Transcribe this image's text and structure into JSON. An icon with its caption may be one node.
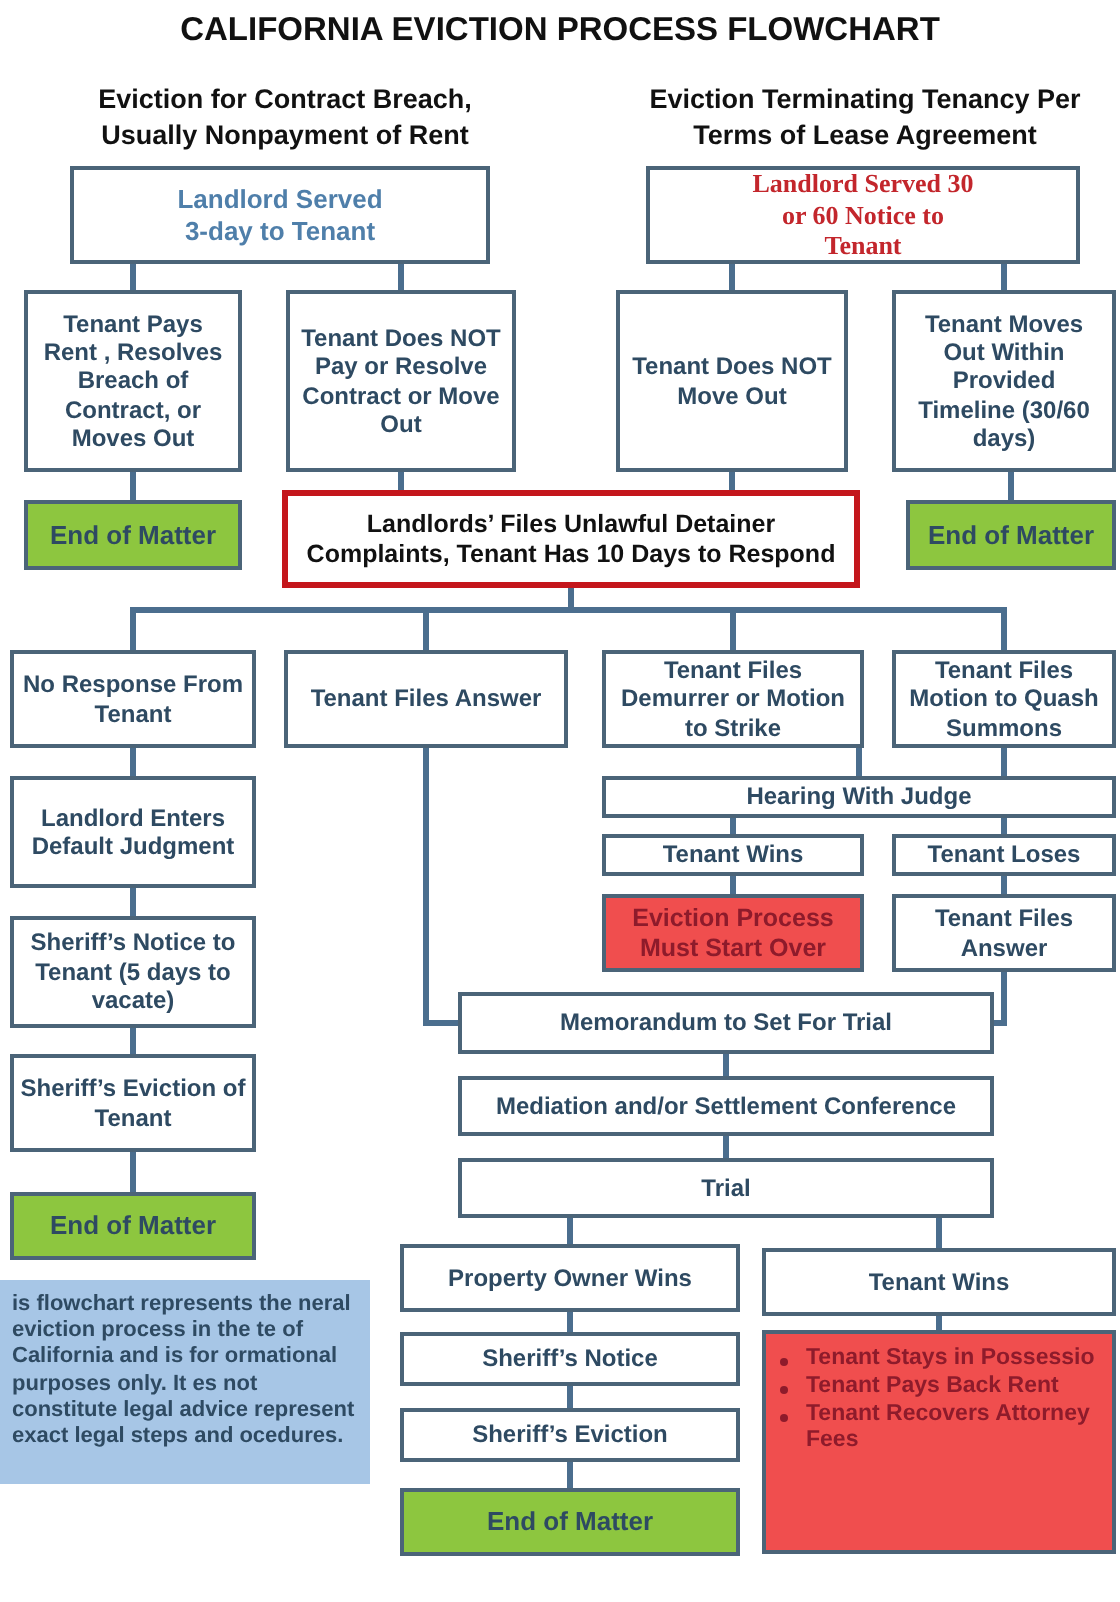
{
  "diagram": {
    "title": "CALIFORNIA EVICTION PROCESS FLOWCHART",
    "nodes": [
      {
        "text": [
          "Landlord Served 3-day to Tenant"
        ]
      },
      {
        "text": [
          "Landlord Served 30 or 60 Notice to Tenant"
        ]
      },
      {
        "text": [
          "Tenant Pays Rent , Resolves Breach of Contract, or Moves Out"
        ]
      },
      {
        "text": [
          "Tenant Does NOT Pay or Resolve Contract or Move Out"
        ]
      },
      {
        "text": [
          "Tenant Does NOT Move Out"
        ]
      },
      {
        "text": [
          "Tenant Moves Out Within Provided Timeline (30/60 days)"
        ]
      },
      {
        "text": [
          "End of Matter"
        ]
      },
      {
        "text": [
          "Landlords’ Files Unlawful Detainer Complaints, Tenant Has 10 Days to Respond"
        ]
      },
      {
        "text": [
          "End of Matter"
        ]
      },
      {
        "text": [
          "No Response From Tenant"
        ]
      },
      {
        "text": [
          "Tenant Files Answer"
        ]
      },
      {
        "text": [
          "Tenant Files Demurrer or Motion to Strike"
        ]
      },
      {
        "text": [
          "Tenant Files Motion to Quash Summons"
        ]
      },
      {
        "text": [
          "Landlord Enters Default Judgment"
        ]
      },
      {
        "text": [
          "Hearing With Judge"
        ]
      },
      {
        "text": [
          "Tenant Wins"
        ]
      },
      {
        "text": [
          "Tenant Loses"
        ]
      },
      {
        "text": [
          "Sheriff’s Notice to Tenant (5 days to vacate)"
        ]
      },
      {
        "text": [
          "Eviction Process Must Start Over"
        ]
      },
      {
        "text": [
          "Tenant Files Answer"
        ]
      },
      {
        "text": [
          "Memorandum to Set For Trial"
        ]
      },
      {
        "text": [
          "Sheriff’s Eviction of Tenant"
        ]
      },
      {
        "text": [
          "Mediation and/or Settlement Conference"
        ]
      },
      {
        "text": [
          "End of Matter"
        ]
      },
      {
        "text": [
          "Trial"
        ]
      },
      {
        "text": [
          "Property Owner Wins"
        ]
      },
      {
        "text": [
          "Tenant Wins"
        ]
      },
      {
        "text": [
          "is flowchart represents the neral eviction process in the te of California and is for ormational purposes only. It es not constitute legal advice represent exact legal steps and ocedures."
        ]
      },
      {
        "text": [
          "Sheriff’s Notice"
        ]
      },
      {
        "text": [
          "Tenant Stays in Possessio",
          "Tenant Pays Back Rent",
          "Tenant Recovers Attorney Fees"
        ]
      },
      {
        "text": [
          "Sheriff’s Eviction"
        ]
      },
      {
        "text": [
          "End of Matter"
        ]
      }
    ],
    "edges": [
      {
        "from": 0,
        "to": 2,
        "arrow": "none"
      },
      {
        "from": 0,
        "to": 3,
        "arrow": "none"
      },
      {
        "from": 1,
        "to": 4,
        "arrow": "none"
      },
      {
        "from": 1,
        "to": 5,
        "arrow": "none"
      },
      {
        "from": 2,
        "to": 6,
        "arrow": "none"
      },
      {
        "from": 3,
        "to": 7,
        "arrow": "none"
      },
      {
        "from": 4,
        "to": 7,
        "arrow": "none"
      },
      {
        "from": 5,
        "to": 8,
        "arrow": "none"
      },
      {
        "from": 7,
        "to": 9,
        "arrow": "none"
      },
      {
        "from": 7,
        "to": 10,
        "arrow": "none"
      },
      {
        "from": 7,
        "to": 11,
        "arrow": "none"
      },
      {
        "from": 7,
        "to": 12,
        "arrow": "none"
      },
      {
        "from": 9,
        "to": 13,
        "arrow": "none"
      },
      {
        "from": 13,
        "to": 17,
        "arrow": "none"
      },
      {
        "from": 17,
        "to": 21,
        "arrow": "none"
      },
      {
        "from": 21,
        "to": 23,
        "arrow": "none"
      },
      {
        "from": 11,
        "to": 14,
        "arrow": "none"
      },
      {
        "from": 12,
        "to": 14,
        "arrow": "none"
      },
      {
        "from": 14,
        "to": 15,
        "arrow": "none"
      },
      {
        "from": 14,
        "to": 16,
        "arrow": "none"
      },
      {
        "from": 15,
        "to": 18,
        "arrow": "none"
      },
      {
        "from": 16,
        "to": 19,
        "arrow": "none"
      },
      {
        "from": 10,
        "to": 20,
        "arrow": "none"
      },
      {
        "from": 19,
        "to": 20,
        "arrow": "none"
      },
      {
        "from": 20,
        "to": 22,
        "arrow": "none"
      },
      {
        "from": 22,
        "to": 24,
        "arrow": "none"
      },
      {
        "from": 24,
        "to": 25,
        "arrow": "none"
      },
      {
        "from": 24,
        "to": 26,
        "arrow": "none"
      },
      {
        "from": 25,
        "to": 28,
        "arrow": "none"
      },
      {
        "from": 28,
        "to": 30,
        "arrow": "none"
      },
      {
        "from": 30,
        "to": 31,
        "arrow": "none"
      },
      {
        "from": 26,
        "to": 29,
        "arrow": "none"
      }
    ],
    "labels": [
      "Eviction for Contract Breach, Usually Nonpayment of Rent",
      "Eviction Terminating Tenancy Per Terms of Lease Agreement"
    ]
  }
}
